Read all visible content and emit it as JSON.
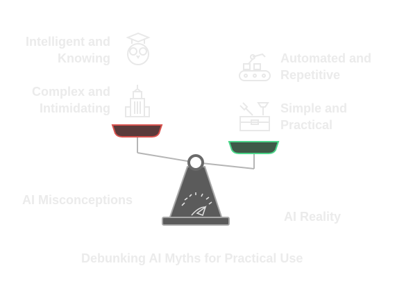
{
  "misconceptions": {
    "label": "AI Misconceptions",
    "items": [
      {
        "line1": "Intelligent and",
        "line2": "Knowing",
        "icon": "owl-graduate-icon"
      },
      {
        "line1": "Complex and",
        "line2": "Intimidating",
        "icon": "skyscraper-icon"
      }
    ]
  },
  "reality": {
    "label": "AI Reality",
    "items": [
      {
        "line1": "Automated and",
        "line2": "Repetitive",
        "icon": "robotic-arm-conveyor-icon"
      },
      {
        "line1": "Simple and",
        "line2": "Practical",
        "icon": "tools-toolbox-icon"
      }
    ]
  },
  "caption": "Debunking AI Myths for Practical Use",
  "colors": {
    "faded_text": "#ebebeb",
    "left_pan": "#5a3a3a",
    "left_pan_border": "#d9534f",
    "right_pan": "#3f5a48",
    "right_pan_border": "#4cd68a",
    "scale_body": "#5b5b5b"
  }
}
